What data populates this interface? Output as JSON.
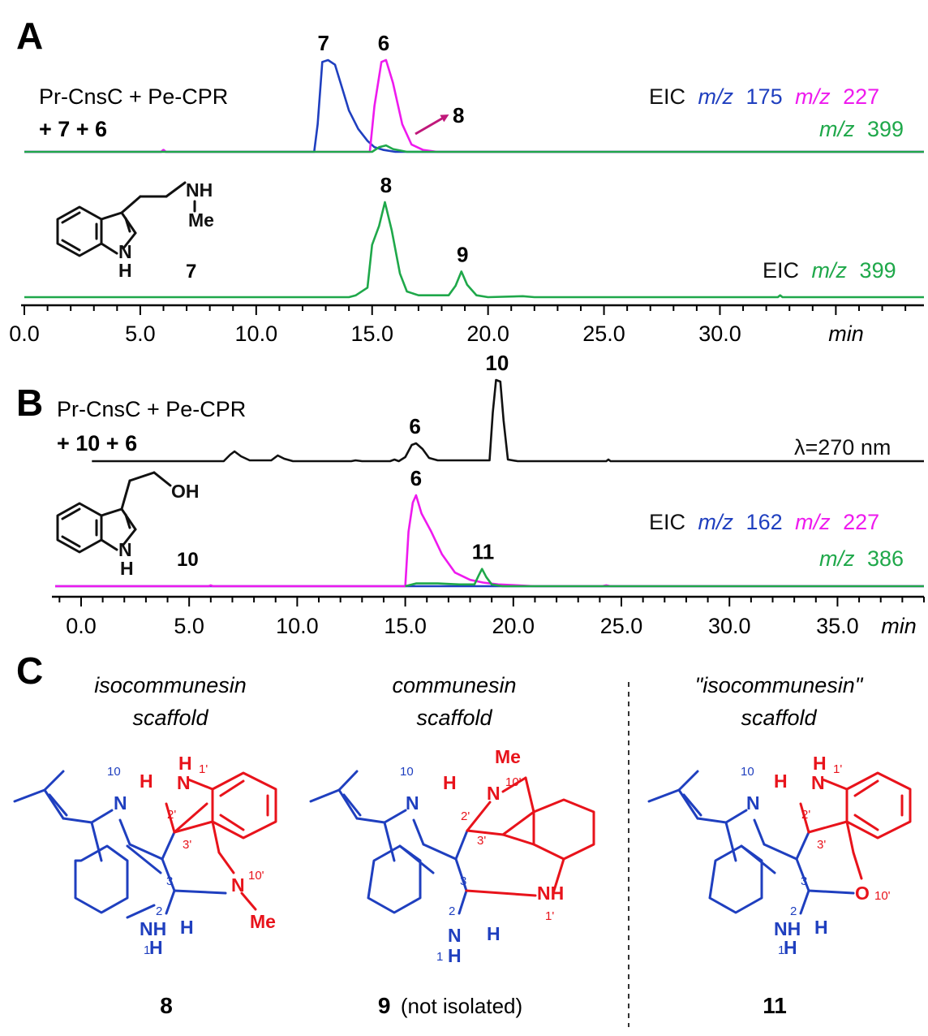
{
  "colors": {
    "blue": "#1f3fbf",
    "magenta": "#ee1aee",
    "green": "#1fa84a",
    "black": "#111111",
    "red": "#e8131b",
    "arrow": "#c0187a"
  },
  "panels": {
    "A": {
      "label": "A",
      "condition_line1": "Pr-CnsC + Pe-CPR",
      "condition_line2": "+ 7 + 6",
      "eic_label": "EIC",
      "mz_prefix": "m/z",
      "eic_top_mz1": "175",
      "eic_top_mz2": "227",
      "eic_top_mz3": "399",
      "eic_bottom_mz": "399",
      "peak_arrow_label": "8",
      "substrate_label": "7",
      "substrate_atoms": {
        "nh": "NH",
        "me": "Me",
        "n": "N",
        "h": "H"
      }
    },
    "B": {
      "label": "B",
      "condition_line1": "Pr-CnsC + Pe-CPR",
      "condition_line2": "+ 10 + 6",
      "uv_label": "λ=270 nm",
      "eic_label": "EIC",
      "mz_prefix": "m/z",
      "eic_mz1": "162",
      "eic_mz2": "227",
      "eic_mz3": "386",
      "substrate_label": "10",
      "substrate_atoms": {
        "oh": "OH",
        "n": "N",
        "h": "H"
      }
    },
    "C": {
      "label": "C",
      "structures": [
        {
          "scaffold_line1": "isocommunesin",
          "scaffold_line2": "scaffold",
          "compound": "8",
          "note": ""
        },
        {
          "scaffold_line1": "communesin",
          "scaffold_line2": "scaffold",
          "compound": "9",
          "note": "(not isolated)"
        },
        {
          "scaffold_line1": "\"isocommunesin\"",
          "scaffold_line2": "scaffold",
          "compound": "11",
          "note": ""
        }
      ],
      "atoms": {
        "n": "N",
        "h": "H",
        "nh": "NH",
        "me": "Me",
        "o": "O",
        "n10": "10",
        "n1p": "1'",
        "n2p": "2'",
        "n3p": "3'",
        "n3": "3",
        "n2": "2",
        "n1": "1",
        "n10p": "10'"
      }
    }
  },
  "chart_data": [
    {
      "type": "line",
      "panel": "A",
      "xlabel": "min",
      "xlim": [
        0,
        38.8
      ],
      "x_ticks": [
        "0.0",
        "5.0",
        "10.0",
        "15.0",
        "20.0",
        "25.0",
        "30.0"
      ],
      "tracks": [
        {
          "id": "A1",
          "series": [
            {
              "name": "m/z 175",
              "color": "#1f3fbf",
              "points": [
                [
                  0,
                  0
                ],
                [
                  5.9,
                  0
                ],
                [
                  6.0,
                  0.02
                ],
                [
                  6.1,
                  0
                ],
                [
                  12.5,
                  0
                ],
                [
                  12.65,
                  0.3
                ],
                [
                  12.85,
                  0.98
                ],
                [
                  13.1,
                  1.0
                ],
                [
                  13.4,
                  0.95
                ],
                [
                  13.7,
                  0.7
                ],
                [
                  14.0,
                  0.45
                ],
                [
                  14.4,
                  0.25
                ],
                [
                  14.8,
                  0.12
                ],
                [
                  15.1,
                  0.05
                ],
                [
                  15.5,
                  0.02
                ],
                [
                  16,
                  0
                ],
                [
                  38.8,
                  0
                ]
              ]
            },
            {
              "name": "m/z 227",
              "color": "#ee1aee",
              "points": [
                [
                  0,
                  0
                ],
                [
                  5.9,
                  0
                ],
                [
                  6.0,
                  0.02
                ],
                [
                  6.1,
                  0
                ],
                [
                  14.9,
                  0
                ],
                [
                  15.1,
                  0.5
                ],
                [
                  15.4,
                  0.98
                ],
                [
                  15.6,
                  1.0
                ],
                [
                  15.9,
                  0.75
                ],
                [
                  16.3,
                  0.3
                ],
                [
                  16.7,
                  0.08
                ],
                [
                  17.2,
                  0.02
                ],
                [
                  17.8,
                  0
                ],
                [
                  38.8,
                  0
                ]
              ]
            },
            {
              "name": "m/z 399",
              "color": "#1fa84a",
              "points": [
                [
                  0,
                  0
                ],
                [
                  15.0,
                  0
                ],
                [
                  15.3,
                  0.05
                ],
                [
                  15.6,
                  0.07
                ],
                [
                  15.9,
                  0.03
                ],
                [
                  16.5,
                  0
                ],
                [
                  38.8,
                  0
                ]
              ]
            }
          ]
        },
        {
          "id": "A2",
          "series": [
            {
              "name": "m/z 399",
              "color": "#1fa84a",
              "points": [
                [
                  0,
                  0
                ],
                [
                  14.0,
                  0
                ],
                [
                  14.3,
                  0.02
                ],
                [
                  14.8,
                  0.1
                ],
                [
                  15.0,
                  0.55
                ],
                [
                  15.3,
                  0.75
                ],
                [
                  15.55,
                  1.0
                ],
                [
                  15.85,
                  0.7
                ],
                [
                  16.2,
                  0.25
                ],
                [
                  16.5,
                  0.06
                ],
                [
                  17.0,
                  0.02
                ],
                [
                  18.3,
                  0.02
                ],
                [
                  18.6,
                  0.12
                ],
                [
                  18.85,
                  0.27
                ],
                [
                  19.1,
                  0.13
                ],
                [
                  19.5,
                  0.02
                ],
                [
                  20,
                  0
                ],
                [
                  21.5,
                  0.01
                ],
                [
                  22,
                  0
                ],
                [
                  32.5,
                  0
                ],
                [
                  32.6,
                  0.02
                ],
                [
                  32.7,
                  0
                ],
                [
                  38.8,
                  0
                ]
              ]
            }
          ]
        }
      ],
      "peak_labels": [
        {
          "text": "7",
          "x": 12.9,
          "track": "A1"
        },
        {
          "text": "6",
          "x": 15.5,
          "track": "A1"
        },
        {
          "text": "8",
          "x": 15.6,
          "track": "A2"
        },
        {
          "text": "9",
          "x": 18.9,
          "track": "A2"
        }
      ]
    },
    {
      "type": "line",
      "panel": "B",
      "xlabel": "min",
      "xlim": [
        -1.2,
        39.0
      ],
      "x_ticks": [
        "0.0",
        "5.0",
        "10.0",
        "15.0",
        "20.0",
        "25.0",
        "30.0",
        "35.0"
      ],
      "tracks": [
        {
          "id": "B1",
          "series": [
            {
              "name": "λ=270 nm",
              "color": "#111111",
              "points": [
                [
                  0.5,
                  0
                ],
                [
                  6.6,
                  0
                ],
                [
                  6.9,
                  0.08
                ],
                [
                  7.1,
                  0.12
                ],
                [
                  7.4,
                  0.06
                ],
                [
                  7.8,
                  0.01
                ],
                [
                  8.8,
                  0.01
                ],
                [
                  9.1,
                  0.07
                ],
                [
                  9.4,
                  0.03
                ],
                [
                  9.8,
                  0.0
                ],
                [
                  12.5,
                  0
                ],
                [
                  12.7,
                  0.01
                ],
                [
                  13,
                  0
                ],
                [
                  14.3,
                  0
                ],
                [
                  14.5,
                  0.02
                ],
                [
                  14.7,
                  0
                ],
                [
                  15.0,
                  0.05
                ],
                [
                  15.3,
                  0.2
                ],
                [
                  15.5,
                  0.22
                ],
                [
                  15.8,
                  0.15
                ],
                [
                  16.1,
                  0.04
                ],
                [
                  16.5,
                  0.01
                ],
                [
                  18.9,
                  0.01
                ],
                [
                  19.05,
                  0.6
                ],
                [
                  19.2,
                  1.0
                ],
                [
                  19.4,
                  0.98
                ],
                [
                  19.55,
                  0.5
                ],
                [
                  19.75,
                  0.02
                ],
                [
                  20.2,
                  0
                ],
                [
                  24.3,
                  0
                ],
                [
                  24.4,
                  0.02
                ],
                [
                  24.5,
                  0
                ],
                [
                  39.0,
                  0
                ]
              ]
            }
          ]
        },
        {
          "id": "B2",
          "series": [
            {
              "name": "m/z 162",
              "color": "#1f3fbf",
              "points": [
                [
                  -1.2,
                  0
                ],
                [
                  39.0,
                  0
                ]
              ]
            },
            {
              "name": "m/z 227",
              "color": "#ee1aee",
              "points": [
                [
                  -1.2,
                  0
                ],
                [
                  5.9,
                  0
                ],
                [
                  6.0,
                  0.01
                ],
                [
                  6.1,
                  0
                ],
                [
                  15.0,
                  0
                ],
                [
                  15.15,
                  0.6
                ],
                [
                  15.35,
                  0.92
                ],
                [
                  15.5,
                  1.0
                ],
                [
                  15.75,
                  0.8
                ],
                [
                  16.2,
                  0.6
                ],
                [
                  16.7,
                  0.35
                ],
                [
                  17.3,
                  0.15
                ],
                [
                  18.0,
                  0.07
                ],
                [
                  18.6,
                  0.04
                ],
                [
                  19.3,
                  0.02
                ],
                [
                  20.2,
                  0.01
                ],
                [
                  21,
                  0
                ],
                [
                  24.1,
                  0
                ],
                [
                  24.3,
                  0.01
                ],
                [
                  24.5,
                  0
                ],
                [
                  39.0,
                  0
                ]
              ]
            },
            {
              "name": "m/z 386",
              "color": "#1fa84a",
              "points": [
                [
                  15.0,
                  0
                ],
                [
                  15.5,
                  0.03
                ],
                [
                  16.5,
                  0.03
                ],
                [
                  17.5,
                  0.02
                ],
                [
                  18.2,
                  0.02
                ],
                [
                  18.4,
                  0.12
                ],
                [
                  18.55,
                  0.19
                ],
                [
                  18.75,
                  0.1
                ],
                [
                  19.0,
                  0.02
                ],
                [
                  19.5,
                  0
                ],
                [
                  39.0,
                  0
                ]
              ]
            }
          ]
        }
      ],
      "peak_labels": [
        {
          "text": "6",
          "x": 15.45,
          "track": "B1"
        },
        {
          "text": "10",
          "x": 19.25,
          "track": "B1"
        },
        {
          "text": "6",
          "x": 15.5,
          "track": "B2"
        },
        {
          "text": "11",
          "x": 18.6,
          "track": "B2"
        }
      ]
    }
  ]
}
